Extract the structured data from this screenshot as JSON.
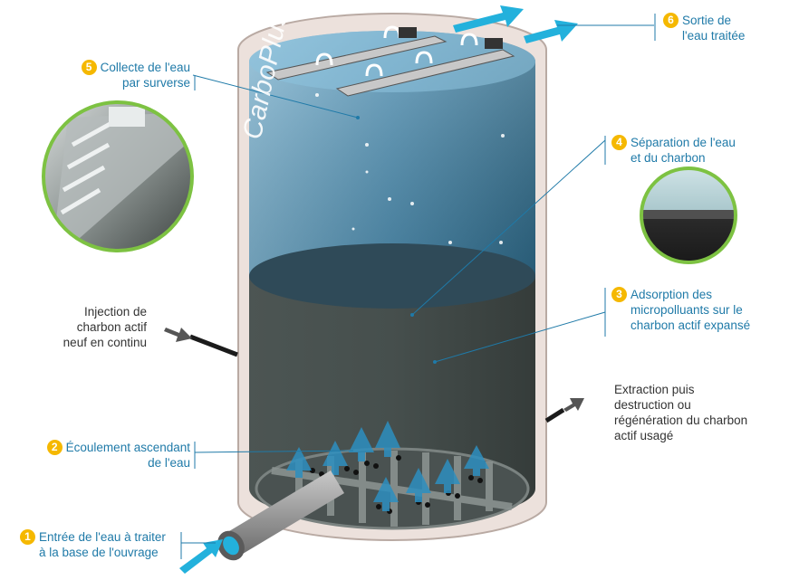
{
  "brand": "CarboPlus",
  "brand_mark": "®",
  "colors": {
    "accent": "#1f7aa8",
    "badge": "#f5b800",
    "water_top": "#5aa0c4",
    "water_bottom": "#1d5573",
    "carbon_bed": "#3e4644",
    "tank_shell": "#e9dcd6",
    "arrow": "#23b1dc"
  },
  "steps": [
    {
      "number": "1",
      "lines": [
        "Entrée de l'eau à traiter",
        "à la base de l'ouvrage"
      ]
    },
    {
      "number": "2",
      "lines": [
        "Écoulement ascendant",
        "de l'eau"
      ]
    },
    {
      "number": "3",
      "lines": [
        "Adsorption des",
        "micropolluants sur le",
        "charbon actif expansé"
      ]
    },
    {
      "number": "4",
      "lines": [
        "Séparation de l'eau",
        "et du charbon"
      ]
    },
    {
      "number": "5",
      "lines": [
        "Collecte de l'eau",
        "par surverse"
      ]
    },
    {
      "number": "6",
      "lines": [
        "Sortie de",
        "l'eau traitée"
      ]
    }
  ],
  "side_labels": {
    "injection": [
      "Injection de",
      "charbon actif",
      "neuf en continu"
    ],
    "extraction": [
      "Extraction puis",
      "destruction ou",
      "régénération du charbon",
      "actif usagé"
    ]
  }
}
